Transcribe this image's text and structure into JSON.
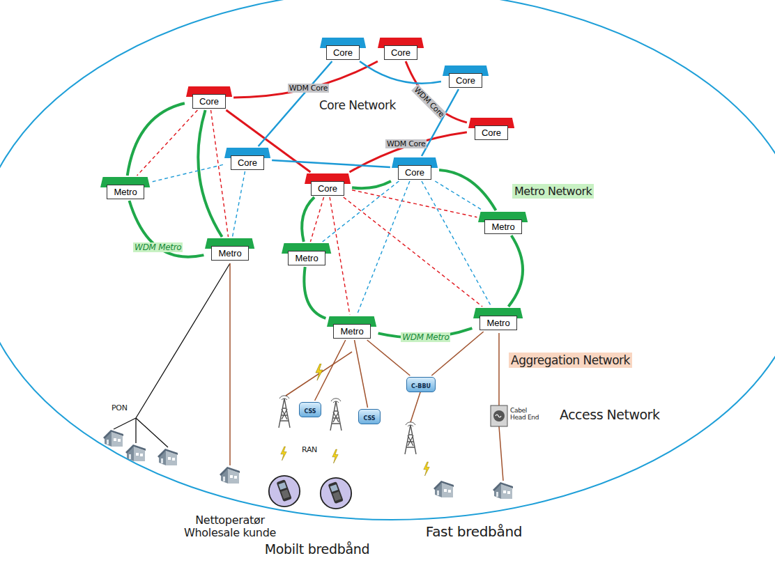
{
  "diagram": {
    "nodes": [
      {
        "text": [
          "Access Network"
        ]
      },
      {
        "text": [
          "Aggregation Network"
        ],
        "in": 0
      },
      {
        "text": [
          "Metro Network"
        ],
        "in": 1
      },
      {
        "text": [
          "Core Network"
        ],
        "in": 2
      },
      {
        "text": [
          "Core"
        ],
        "in": 3
      },
      {
        "text": [
          "Core"
        ],
        "in": 3
      },
      {
        "text": [
          "Core"
        ],
        "in": 3
      },
      {
        "text": [
          "Core"
        ],
        "in": 3
      },
      {
        "text": [
          "Core"
        ],
        "in": 3
      },
      {
        "text": [
          "Core"
        ],
        "in": 3
      },
      {
        "text": [
          "Core"
        ],
        "in": 3
      },
      {
        "text": [
          "Core"
        ],
        "in": 3
      },
      {
        "text": [
          "Metro"
        ],
        "in": 2
      },
      {
        "text": [
          "Metro"
        ],
        "in": 2
      },
      {
        "text": [
          "Metro"
        ],
        "in": 2
      },
      {
        "text": [
          "Metro"
        ],
        "in": 2
      },
      {
        "text": [
          "Metro"
        ],
        "in": 2
      },
      {
        "text": [
          "Metro"
        ],
        "in": 2
      },
      {
        "text": [
          "CSS"
        ],
        "in": 1
      },
      {
        "text": [
          "CSS"
        ],
        "in": 1
      },
      {
        "text": [
          "C-BBU"
        ],
        "in": 1
      }
    ],
    "edges": [
      {
        "from": 7,
        "to": 5,
        "arrow": "none",
        "label": "WDM Core"
      },
      {
        "from": 5,
        "to": 8,
        "arrow": "none",
        "label": "WDM Core"
      },
      {
        "from": 8,
        "to": 10,
        "arrow": "none",
        "label": "WDM Core"
      },
      {
        "from": 10,
        "to": 7,
        "arrow": "none"
      },
      {
        "from": 4,
        "to": 6,
        "arrow": "none"
      },
      {
        "from": 4,
        "to": 9,
        "arrow": "none"
      },
      {
        "from": 6,
        "to": 11,
        "arrow": "none"
      },
      {
        "from": 9,
        "to": 11,
        "arrow": "none"
      },
      {
        "from": 7,
        "to": 12,
        "arrow": "none"
      },
      {
        "from": 12,
        "to": 13,
        "arrow": "none",
        "label": "WDM Metro"
      },
      {
        "from": 13,
        "to": 7,
        "arrow": "none"
      },
      {
        "from": 10,
        "to": 14,
        "arrow": "none"
      },
      {
        "from": 14,
        "to": 16,
        "arrow": "none"
      },
      {
        "from": 16,
        "to": 17,
        "arrow": "none",
        "label": "WDM Metro"
      },
      {
        "from": 17,
        "to": 15,
        "arrow": "none"
      },
      {
        "from": 15,
        "to": 11,
        "arrow": "none"
      },
      {
        "from": 11,
        "to": 10,
        "arrow": "none"
      },
      {
        "from": 7,
        "to": 12,
        "arrow": "none"
      },
      {
        "from": 7,
        "to": 13,
        "arrow": "none"
      },
      {
        "from": 9,
        "to": 12,
        "arrow": "none"
      },
      {
        "from": 9,
        "to": 13,
        "arrow": "none"
      },
      {
        "from": 10,
        "to": 14,
        "arrow": "none"
      },
      {
        "from": 10,
        "to": 16,
        "arrow": "none"
      },
      {
        "from": 10,
        "to": 17,
        "arrow": "none"
      },
      {
        "from": 10,
        "to": 15,
        "arrow": "none"
      },
      {
        "from": 11,
        "to": 14,
        "arrow": "none"
      },
      {
        "from": 11,
        "to": 16,
        "arrow": "none"
      },
      {
        "from": 11,
        "to": 15,
        "arrow": "none"
      },
      {
        "from": 11,
        "to": 17,
        "arrow": "none"
      },
      {
        "from": 16,
        "to": 18,
        "arrow": "none"
      },
      {
        "from": 16,
        "to": 19,
        "arrow": "none"
      },
      {
        "from": 16,
        "to": 20,
        "arrow": "none"
      },
      {
        "from": 17,
        "to": 20,
        "arrow": "none"
      }
    ],
    "labels": [
      "PON",
      "RAN",
      "Nettoperatør Wholesale kunde",
      "Mobilt bredbånd",
      "Fast bredbånd",
      "Cabel Head End"
    ]
  }
}
